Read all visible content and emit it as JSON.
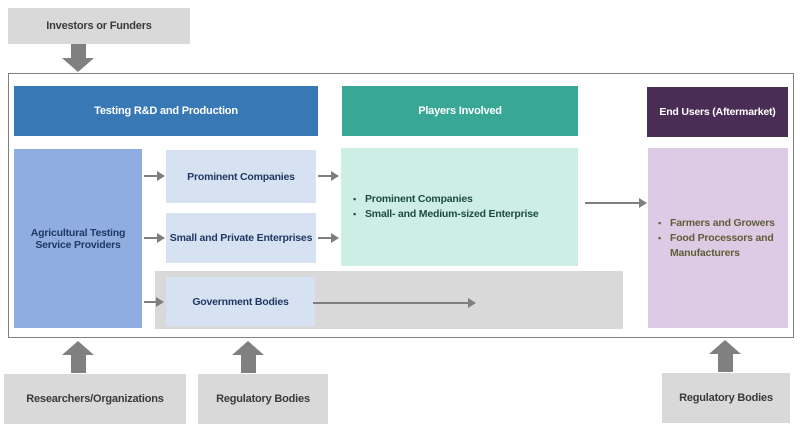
{
  "diagram": {
    "investors_label": "Investors or Funders",
    "columns": [
      {
        "key": "testing",
        "header": "Testing R&D and Production"
      },
      {
        "key": "players",
        "header": "Players Involved"
      },
      {
        "key": "end_users",
        "header": "End Users (Aftermarket)"
      }
    ],
    "provider_label": "Agricultural Testing Service Providers",
    "testing_entities": [
      "Prominent Companies",
      "Small and Private Enterprises",
      "Government Bodies"
    ],
    "players_involved": [
      "Prominent Companies",
      "Small- and Medium-sized Enterprise"
    ],
    "end_users": [
      "Farmers and Growers",
      "Food Processors and Manufacturers"
    ],
    "bottom_labels": [
      "Researchers/Organizations",
      "Regulatory Bodies",
      "Regulatory Bodies"
    ],
    "colors": {
      "gray_box": "#D9D9D9",
      "arrow_gray": "#808080",
      "testing_header": "#3878B5",
      "players_header": "#38A795",
      "end_users_header": "#4A2D55",
      "provider_fill": "#8FADE0",
      "testing_entity_fill": "#D6E2F1",
      "players_fill": "#CDEEE5",
      "end_users_fill": "#DDCAE4",
      "navy_text": "#1F3864",
      "players_text": "#1C4C40",
      "end_users_text": "#5E5E38"
    }
  }
}
